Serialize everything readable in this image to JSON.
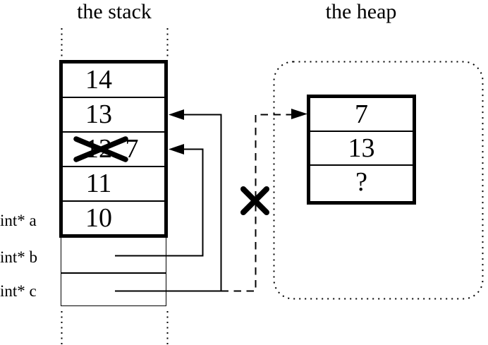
{
  "titles": {
    "stack": "the stack",
    "heap": "the heap"
  },
  "colors": {
    "ink": "#000000",
    "background": "#ffffff"
  },
  "stack": {
    "frames": [
      {
        "value": "14"
      },
      {
        "value": "13"
      },
      {
        "old_value": "12",
        "new_value": "7",
        "crossed_out": true
      },
      {
        "value": "11"
      },
      {
        "value": "10"
      }
    ]
  },
  "variables": [
    {
      "label": "int* a"
    },
    {
      "label": "int* b"
    },
    {
      "label": "int* c"
    }
  ],
  "heap": {
    "cells": [
      {
        "value": "7"
      },
      {
        "value": "13"
      },
      {
        "value": "?"
      }
    ]
  }
}
